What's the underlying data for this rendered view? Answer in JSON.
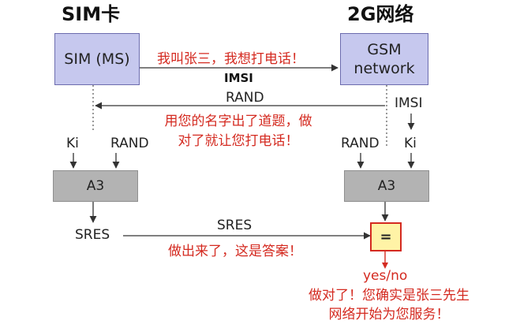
{
  "headings": {
    "left": "SIM卡",
    "right": "2G网络"
  },
  "boxes": {
    "sim": "SIM (MS)",
    "gsm_line1": "GSM",
    "gsm_line2": "network",
    "a3_left": "A3",
    "a3_right": "A3",
    "compare": "="
  },
  "labels": {
    "imsi_arrow": "IMSI",
    "imsi_right": "IMSI",
    "rand_arrow": "RAND",
    "ki_left": "Ki",
    "rand_left": "RAND",
    "rand_right": "RAND",
    "ki_right": "Ki",
    "sres_left": "SRES",
    "sres_arrow": "SRES",
    "yes_no": "yes/no"
  },
  "annotations": {
    "msg1": "我叫张三，我想打电话！",
    "msg2_line1": "用您的名字出了道题，做",
    "msg2_line2": "对了就让您打电话！",
    "msg3": "做出来了，这是答案！",
    "msg4_line1": "做对了！您确实是张三先生",
    "msg4_line2": "网络开始为您服务！"
  },
  "colors": {
    "annotation_red": "#d42a20",
    "entity_box": "#c6c8ee",
    "algorithm_box": "#b3b3b3",
    "compare_box": "#fff3a6"
  }
}
